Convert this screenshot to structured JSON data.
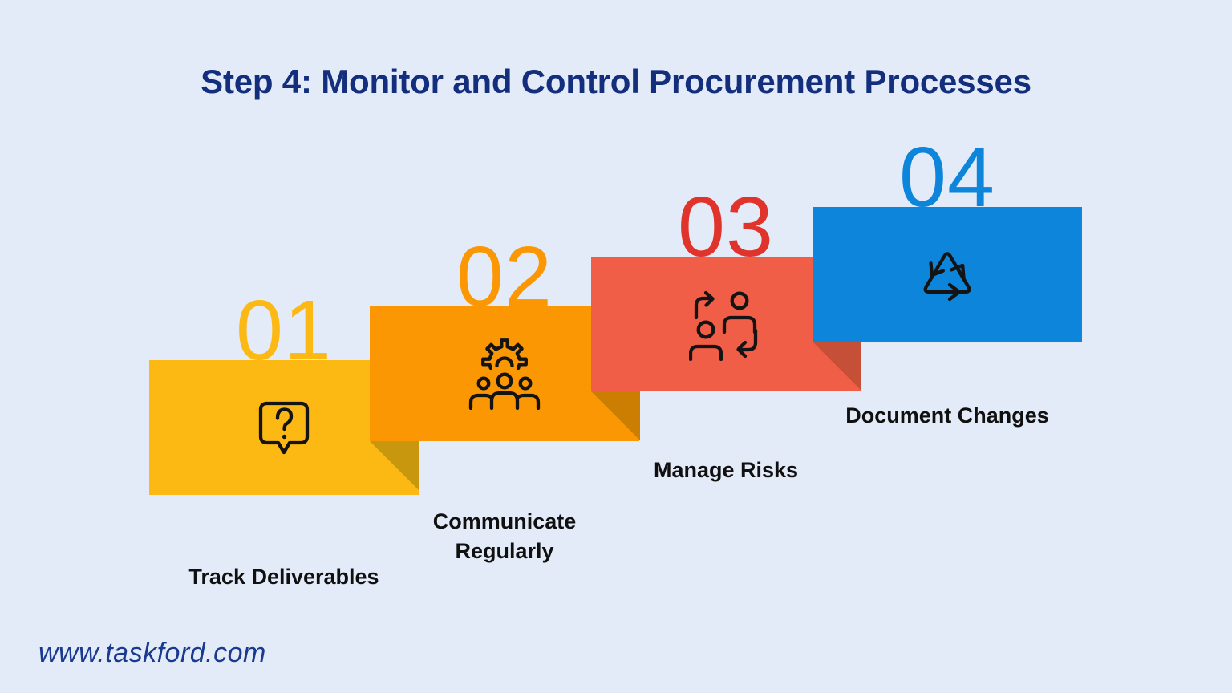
{
  "background_color": "#E4EBF8",
  "title": {
    "text": "Step 4: Monitor and Control Procurement Processes",
    "color": "#132E7D"
  },
  "footer": {
    "website": "www.taskford.com",
    "color": "#1A3A8F"
  },
  "steps": [
    {
      "number": "01",
      "label": "Track Deliverables",
      "box_color": "#FCB913",
      "number_color": "#FCB913",
      "fold_color": "#C9970D",
      "icon": "question-bubble-icon"
    },
    {
      "number": "02",
      "label": "Communicate Regularly",
      "box_color": "#FB9702",
      "number_color": "#FB9702",
      "fold_color": "#CC7E03",
      "icon": "team-gear-icon"
    },
    {
      "number": "03",
      "label": "Manage Risks",
      "box_color": "#F15E47",
      "number_color": "#E0332B",
      "fold_color": "#C64F37",
      "icon": "people-exchange-icon"
    },
    {
      "number": "04",
      "label": "Document Changes",
      "box_color": "#0C85DB",
      "number_color": "#0C85DB",
      "icon": "recycle-arrows-icon"
    }
  ]
}
